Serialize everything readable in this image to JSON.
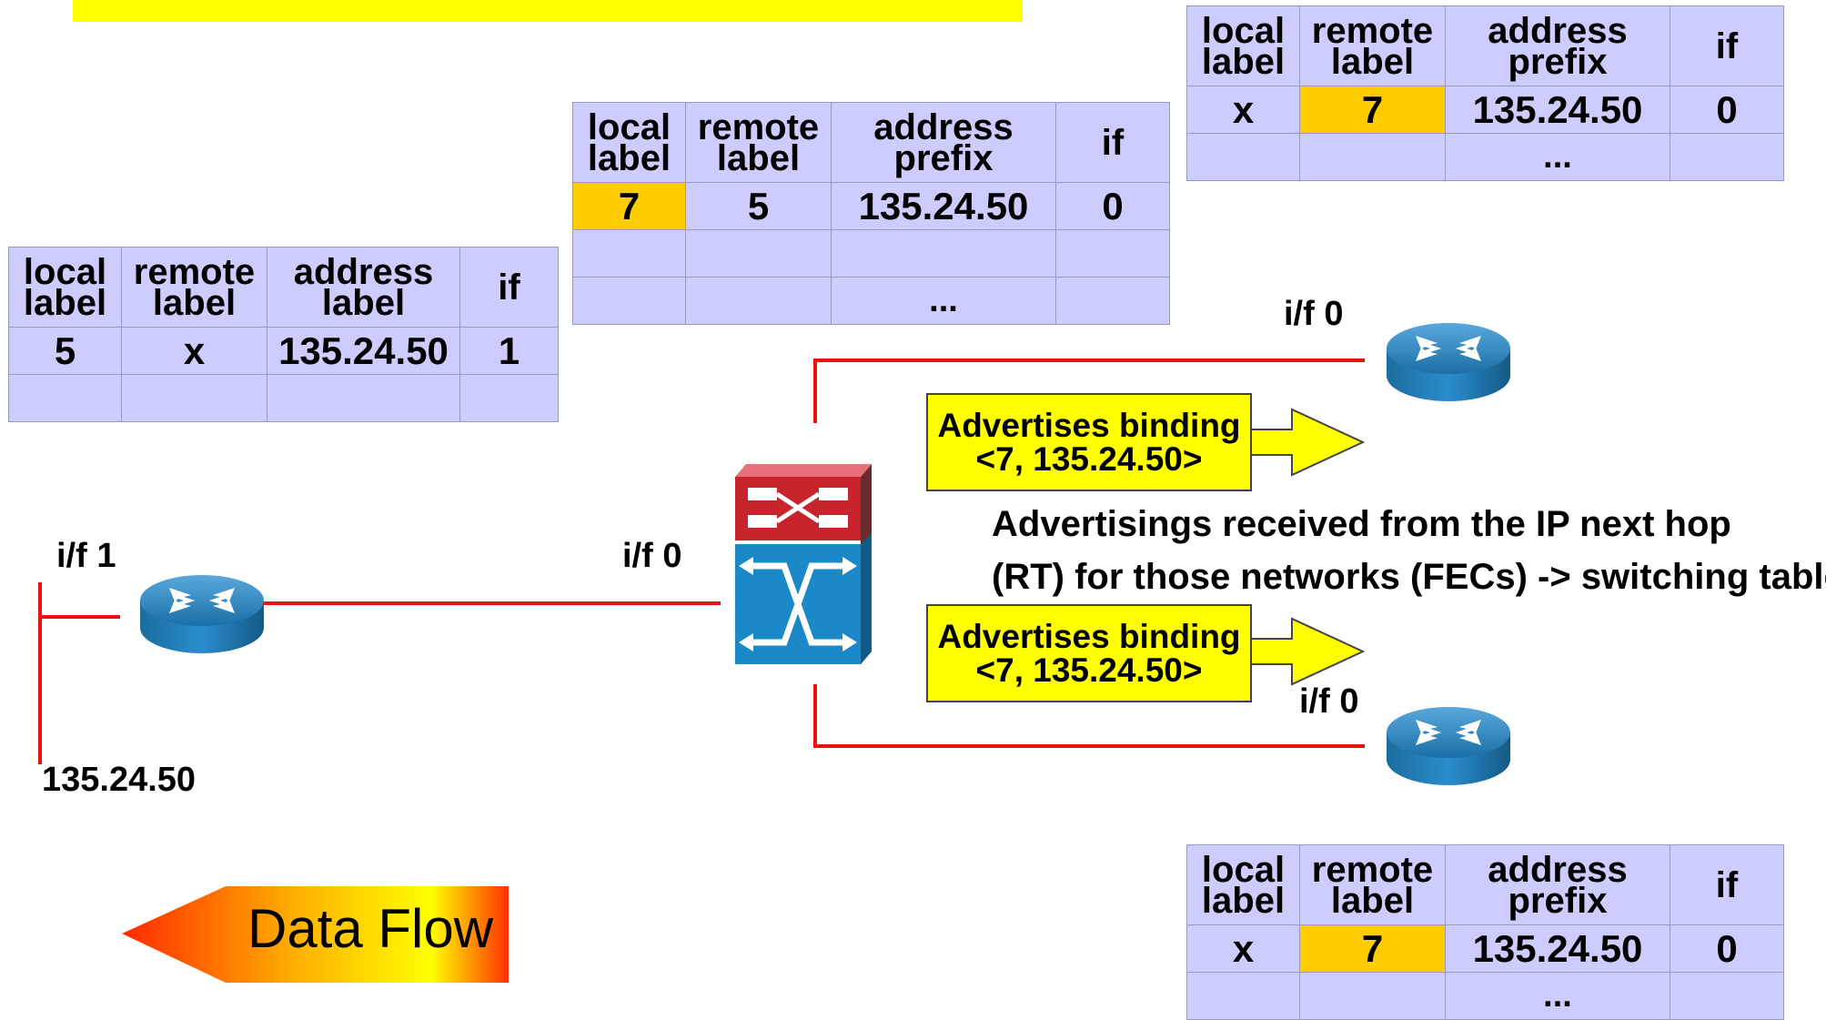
{
  "tables": {
    "top_right": {
      "headers": [
        "local\nlabel",
        "remote\nlabel",
        "address\nprefix",
        "if"
      ],
      "row1": [
        "x",
        "7",
        "135.24.50",
        "0"
      ],
      "row2_dots": "..."
    },
    "middle": {
      "headers": [
        "local\nlabel",
        "remote\nlabel",
        "address\nprefix",
        "if"
      ],
      "row1": [
        "7",
        "5",
        "135.24.50",
        "0"
      ],
      "row3_dots": "..."
    },
    "left": {
      "headers": [
        "local\nlabel",
        "remote\nlabel",
        "address\nlabel",
        "if"
      ],
      "row1": [
        "5",
        "x",
        "135.24.50",
        "1"
      ]
    },
    "bottom_right": {
      "headers": [
        "local\nlabel",
        "remote\nlabel",
        "address\nprefix",
        "if"
      ],
      "row1": [
        "x",
        "7",
        "135.24.50",
        "0"
      ],
      "row2_dots": "..."
    }
  },
  "interfaces": {
    "top_router": "i/f 0",
    "bottom_router": "i/f 0",
    "switch_left": "i/f 0",
    "left_router": "i/f 1"
  },
  "network": "135.24.50",
  "advertise": {
    "top": [
      "Advertises binding",
      "<7, 135.24.50>"
    ],
    "bottom": [
      "Advertises binding",
      "<7, 135.24.50>"
    ]
  },
  "note": {
    "line1": "Advertisings received from the IP next hop",
    "line2": "(RT) for those networks (FECs) -> switching table"
  },
  "data_flow": "Data Flow",
  "colors": {
    "banner": "#ffff00",
    "table_bg": "#ccccff",
    "highlight": "#ffcc00",
    "link": "#ee1111",
    "router": "#1f7fb8"
  }
}
